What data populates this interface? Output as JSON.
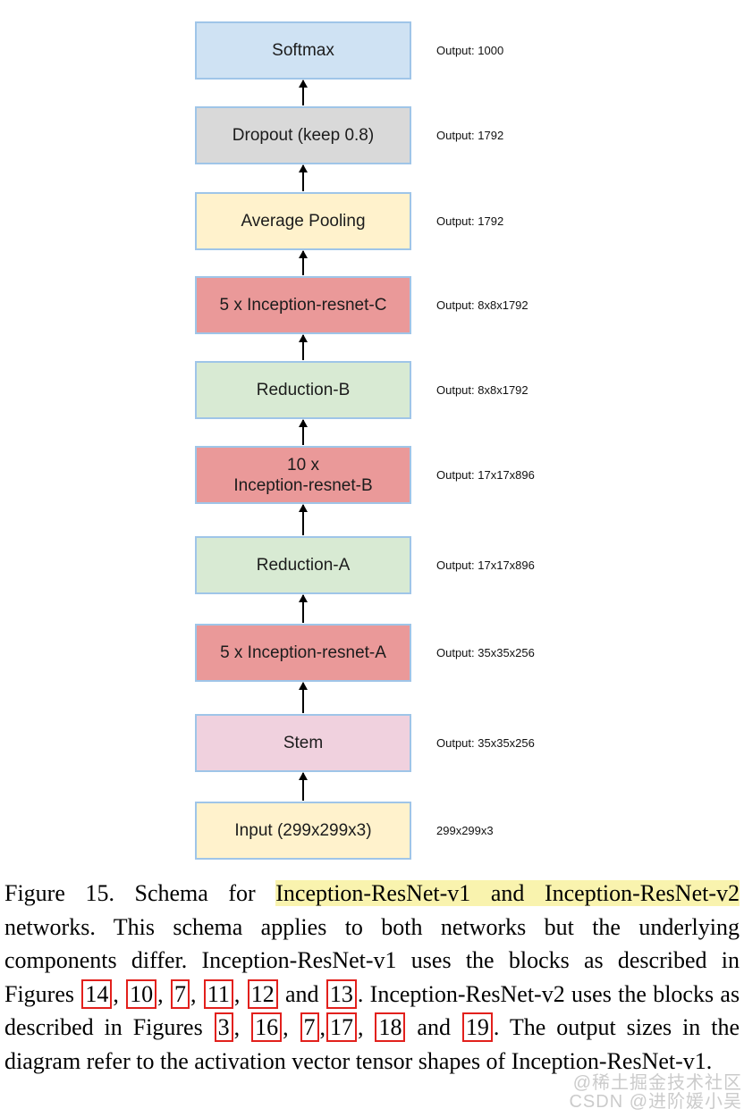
{
  "figure": {
    "blocks": [
      {
        "label": "Softmax",
        "output": "Output: 1000",
        "fill": "#cfe2f3"
      },
      {
        "label": "Dropout (keep 0.8)",
        "output": "Output: 1792",
        "fill": "#d9d9d9"
      },
      {
        "label": "Average Pooling",
        "output": "Output: 1792",
        "fill": "#fff2cc"
      },
      {
        "label": "5 x Inception-resnet-C",
        "output": "Output: 8x8x1792",
        "fill": "#ea9999"
      },
      {
        "label": "Reduction-B",
        "output": "Output: 8x8x1792",
        "fill": "#d8ead3"
      },
      {
        "label": "10 x\nInception-resnet-B",
        "output": "Output: 17x17x896",
        "fill": "#ea9999"
      },
      {
        "label": "Reduction-A",
        "output": "Output: 17x17x896",
        "fill": "#d8ead3"
      },
      {
        "label": "5 x Inception-resnet-A",
        "output": "Output: 35x35x256",
        "fill": "#ea9999"
      },
      {
        "label": "Stem",
        "output": "Output: 35x35x256",
        "fill": "#f0d1de"
      },
      {
        "label": "Input (299x299x3)",
        "output": "299x299x3",
        "fill": "#fff2cc"
      }
    ],
    "box_border_color": "#9fc5e8",
    "arrow_color": "#000000"
  },
  "caption": {
    "highlight_color": "#f9f3ae",
    "figref_border_color": "#e2201c",
    "segments": [
      {
        "type": "text",
        "text": "Figure 15.  Schema for "
      },
      {
        "type": "highlight",
        "text": "Inception-ResNet-v1 and Inception-ResNet-v2"
      },
      {
        "type": "text",
        "text": " networks.  This schema applies to both networks but the underlying components differ.  Inception-ResNet-v1 uses the blocks as described in Figures "
      },
      {
        "type": "figref",
        "text": "14"
      },
      {
        "type": "text",
        "text": ", "
      },
      {
        "type": "figref",
        "text": "10"
      },
      {
        "type": "text",
        "text": ", "
      },
      {
        "type": "figref",
        "text": "7"
      },
      {
        "type": "text",
        "text": ", "
      },
      {
        "type": "figref",
        "text": "11"
      },
      {
        "type": "text",
        "text": ", "
      },
      {
        "type": "figref",
        "text": "12"
      },
      {
        "type": "text",
        "text": " and "
      },
      {
        "type": "figref",
        "text": "13"
      },
      {
        "type": "text",
        "text": ".  Inception-ResNet-v2 uses the blocks as described in Figures "
      },
      {
        "type": "figref",
        "text": "3"
      },
      {
        "type": "text",
        "text": ", "
      },
      {
        "type": "figref",
        "text": "16"
      },
      {
        "type": "text",
        "text": ", "
      },
      {
        "type": "figref",
        "text": "7"
      },
      {
        "type": "text",
        "text": ","
      },
      {
        "type": "figref",
        "text": "17"
      },
      {
        "type": "text",
        "text": ", "
      },
      {
        "type": "figref",
        "text": "18"
      },
      {
        "type": "text",
        "text": " and "
      },
      {
        "type": "figref",
        "text": "19"
      },
      {
        "type": "text",
        "text": ".  The output sizes in the diagram refer to the activation vector tensor shapes of Inception-ResNet-v1."
      }
    ]
  },
  "watermark": {
    "line1": "@稀土掘金技术社区",
    "line2": "CSDN @进阶媛小吴"
  }
}
